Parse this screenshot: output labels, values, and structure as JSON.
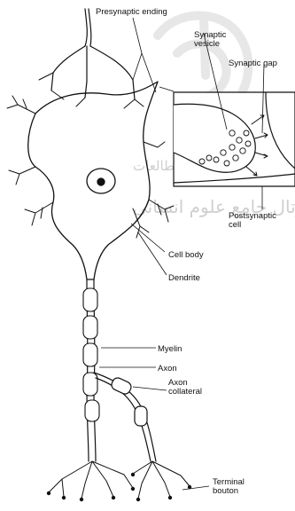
{
  "labels": {
    "presynaptic_ending": "Presynaptic ending",
    "synaptic_vesicle": "Synaptic vesicle",
    "synaptic_gap": "Synaptic gap",
    "postsynaptic_cell": "Postsynaptic cell",
    "cell_body": "Cell body",
    "dendrite": "Dendrite",
    "myelin": "Myelin",
    "axon": "Axon",
    "axon_collateral": "Axon collateral",
    "terminal_bouton": "Terminal bouton"
  },
  "watermark": {
    "line1": "پژوهشگاه علوم انسانی و مطالعات",
    "line2": "پرتال جامع علوم انسانی"
  },
  "colors": {
    "ink": "#111111",
    "watermark": "#cfcfcf",
    "background": "#ffffff"
  }
}
